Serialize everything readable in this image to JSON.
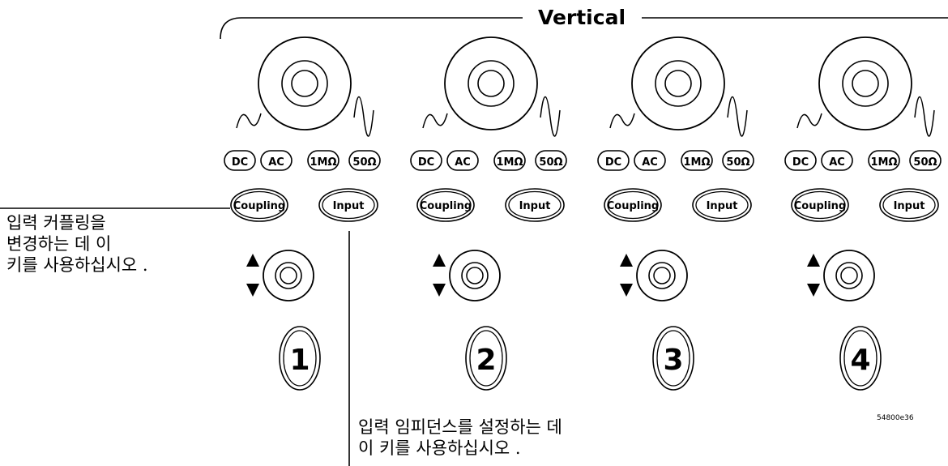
{
  "section_title": "Vertical",
  "icons": {
    "scale_knob": "concentric-circles-knob",
    "position_knob": "concentric-circles-knob",
    "low_sensitivity": "small-sine-wave-icon",
    "high_sensitivity": "large-sine-wave-icon",
    "position_arrows": "up-down-triangle-arrows"
  },
  "channels": [
    {
      "number": "1",
      "indicators": [
        "DC",
        "AC",
        "1MΩ",
        "50Ω"
      ],
      "coupling_label": "Coupling",
      "input_label": "Input"
    },
    {
      "number": "2",
      "indicators": [
        "DC",
        "AC",
        "1MΩ",
        "50Ω"
      ],
      "coupling_label": "Coupling",
      "input_label": "Input"
    },
    {
      "number": "3",
      "indicators": [
        "DC",
        "AC",
        "1MΩ",
        "50Ω"
      ],
      "coupling_label": "Coupling",
      "input_label": "Input"
    },
    {
      "number": "4",
      "indicators": [
        "DC",
        "AC",
        "1MΩ",
        "50Ω"
      ],
      "coupling_label": "Coupling",
      "input_label": "Input"
    }
  ],
  "callouts": {
    "coupling": [
      "입력 커플링을",
      "변경하는 데 이",
      "키를 사용하십시오 ."
    ],
    "input": [
      "입력 임피던스를 설정하는 데",
      "이 키를 사용하십시오 ."
    ]
  },
  "figure_id": "54800e36"
}
